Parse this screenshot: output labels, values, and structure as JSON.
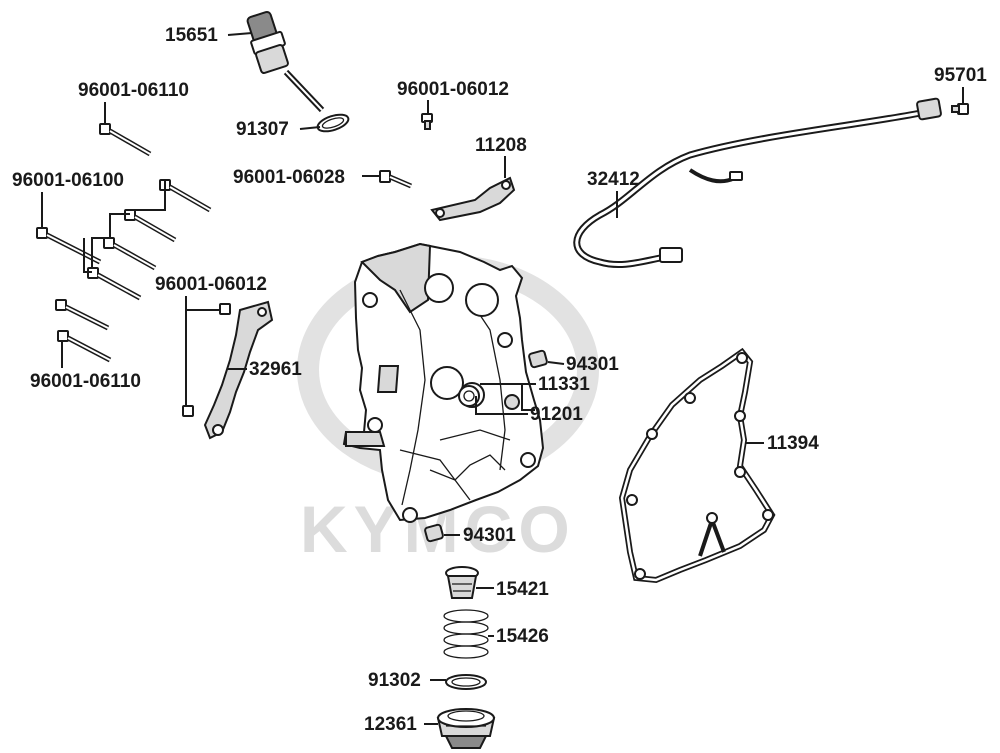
{
  "watermark": {
    "brand": "KYMCO"
  },
  "parts": {
    "oil_dipstick": "15651",
    "o_ring_dipstick": "91307",
    "bolt_96001_06012_a": "96001-06012",
    "bolt_96001_06028": "96001-06028",
    "bracket_11208": "11208",
    "bolt_95701": "95701",
    "cable_32412": "32412",
    "bolt_96001_06110_a": "96001-06110",
    "bolt_96001_06100": "96001-06100",
    "bolt_96001_06110_b": "96001-06110",
    "bolt_96001_06012_b": "96001-06012",
    "plate_32961": "32961",
    "pin_94301_a": "94301",
    "seal_11331": "11331",
    "seal_91201": "91201",
    "gasket_11394": "11394",
    "pin_94301_b": "94301",
    "strainer_15421": "15421",
    "spring_15426": "15426",
    "o_ring_91302": "91302",
    "drain_cap_12361": "12361"
  }
}
